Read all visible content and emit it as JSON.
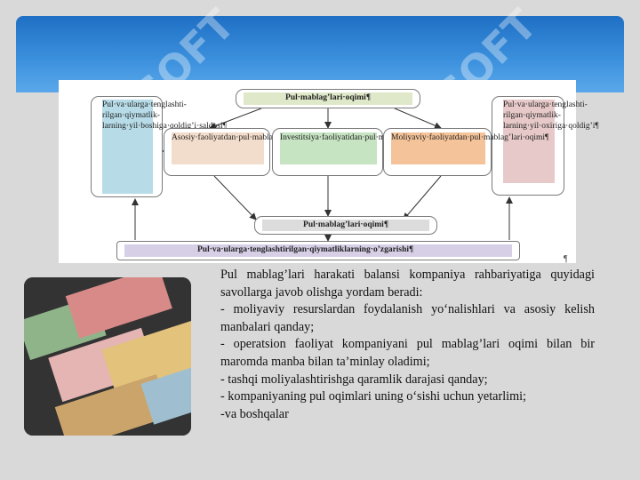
{
  "diagram": {
    "title": "Pul·mablag’lari·oqimi¶",
    "left_box": "Pul·va·ularga·tenglashti-rilgan·qiymatlik-larning·yil·boshiga·qoldig’i·saldosi¶",
    "right_box": "Pul·va·ularga·tenglashti-rilgan·qiymatlik-larning·yil·oxiriga·qoldig’i¶",
    "activity_operating": "Asosiy·faoliyatdan·pul·mablag’lari·oqimi¶",
    "activity_investing": "Investitsiya·faoliyatidan·pul·mablag’lari·oqimi¶",
    "activity_financing": "Moliyaviy·faoliyatdan·pul·mablag’lari·oqimi¶",
    "net_flow": "Pul·mablag’lari·oqimi¶",
    "bottom_bar": "Pul·va·ularga·tenglashtirilgan·qiymatliklarning·o’zgarishi¶",
    "pilcrow": "¶",
    "colors": {
      "left_fill": "#b7dce8",
      "right_fill": "#e7c9c9",
      "operating_fill": "#f2dccb",
      "investing_fill": "#c6e3c2",
      "financing_fill": "#f4c39a",
      "title_fill": "#dfe9c9",
      "net_fill": "#dcdcdc",
      "bottom_fill": "#d7cfe6"
    }
  },
  "text": {
    "p1": "Pul mablag’lari harakati balansi kompaniya rahbariyatiga quyidagi savollarga javob olishga yordam beradi:",
    "p2": "- moliyaviy resurslardan foydalanish yo‘nalishlari va asosiy kelish manbalari qanday;",
    "p3": "- operatsion faoliyat kompaniyani pul mablag’lari oqimi bilan bir maromda manba bilan ta’minlay oladimi;",
    "p4": "- tashqi moliyalashtirishga qaramlik darajasi qanday;",
    "p5": "- kompaniyaning pul oqimlari uning o‘sishi uchun yetarlimi;",
    "p6": "-va boshqalar"
  }
}
